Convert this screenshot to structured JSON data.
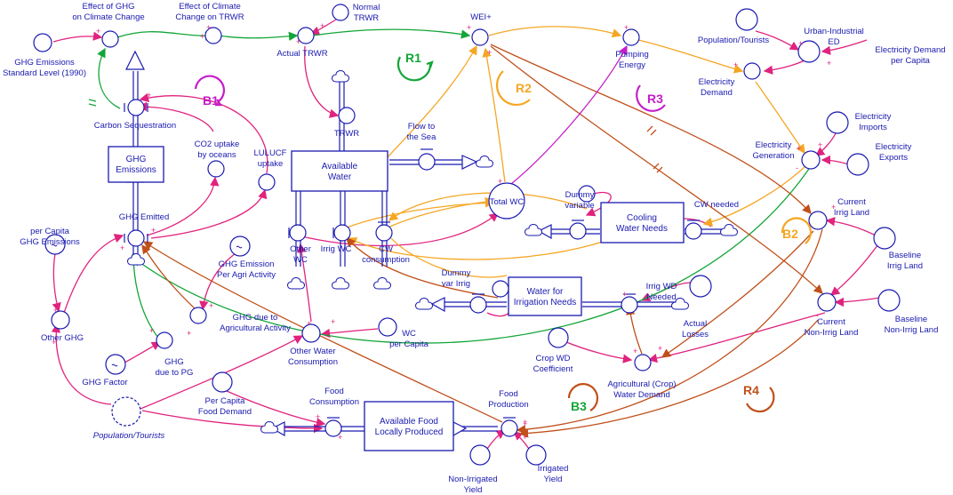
{
  "colors": {
    "node": "#1a1ab0",
    "pink": "#e0237e",
    "green": "#13a538",
    "orange": "#f5a623",
    "brown": "#c0501a",
    "purple": "#c51ec9",
    "magenta": "#c51ec9"
  },
  "stocks": [
    {
      "id": "ghg_emissions",
      "lines": [
        "GHG",
        "Emissions"
      ]
    },
    {
      "id": "available_water",
      "lines": [
        "Available",
        "Water"
      ]
    },
    {
      "id": "cooling_water_needs",
      "lines": [
        "Cooling",
        "Water Needs"
      ]
    },
    {
      "id": "water_irrigation",
      "lines": [
        "Water for",
        "Irrigation Needs"
      ]
    },
    {
      "id": "available_food",
      "lines": [
        "Available Food",
        "Locally Produced"
      ]
    }
  ],
  "labels": {
    "effect_ghg_cc": [
      "Effect of GHG",
      "on Climate Change"
    ],
    "effect_cc_trwr": [
      "Effect of Climate",
      "Change on TRWR"
    ],
    "normal_trwr": [
      "Normal",
      "TRWR"
    ],
    "actual_trwr": [
      "Actual TRWR"
    ],
    "wei": [
      "WEI+"
    ],
    "pumping_energy": [
      "Pumping",
      "Energy"
    ],
    "population_tourists_top": [
      "Population/Tourists"
    ],
    "urban_industrial_ed": [
      "Urban-Industrial",
      "ED"
    ],
    "electricity_demand_pc": [
      "Electricity Demand",
      "per Capita"
    ],
    "electricity_demand": [
      "Electricity",
      "Demand"
    ],
    "ghg_std_level": [
      "GHG Emissions",
      "Standard Level (1990)"
    ],
    "carbon_sequestration": [
      "Carbon Sequestration"
    ],
    "co2_uptake": [
      "CO2 uptake",
      "by oceans"
    ],
    "lulucf": [
      "LULUCF",
      "uptake"
    ],
    "trwr": [
      "TRWR"
    ],
    "flow_to_sea": [
      "Flow to",
      "the Sea"
    ],
    "total_wc": [
      "Total WC"
    ],
    "electricity_imports": [
      "Electricity",
      "Imports"
    ],
    "electricity_generation": [
      "Electricity",
      "Generation"
    ],
    "electricity_exports": [
      "Electricity",
      "Exports"
    ],
    "dummy_variable": [
      "Dummy",
      "variable"
    ],
    "cw_needed": [
      "CW needed"
    ],
    "current_irrig_land": [
      "Current",
      "Irrig Land"
    ],
    "ghg_emitted": [
      "GHG Emitted"
    ],
    "per_capita_ghg": [
      "per Capita",
      "GHG Emissions"
    ],
    "other_wc": [
      "Other",
      "WC"
    ],
    "irrig_wc": [
      "Irrig WC"
    ],
    "cw_consumption": [
      "CW",
      "consumption"
    ],
    "ghg_emission_agri": [
      "GHG Emission",
      "Per Agri Activity"
    ],
    "dummy_var_irrig": [
      "Dummy",
      "var Irrig"
    ],
    "irrig_wd_needed": [
      "Irrig WD",
      "Needed"
    ],
    "baseline_irrig_land": [
      "Baseline",
      "Irrig Land"
    ],
    "other_ghg": [
      "Other GHG"
    ],
    "ghg_agri": [
      "GHG due to",
      "Agricultural Activity"
    ],
    "wc_per_capita": [
      "WC",
      "per Capita"
    ],
    "actual_losses": [
      "Actual",
      "Losses"
    ],
    "current_non_irrig_land": [
      "Current",
      "Non-Irrig Land"
    ],
    "baseline_non_irrig_land": [
      "Baseline",
      "Non-Irrig Land"
    ],
    "ghg_pg": [
      "GHG",
      "due to PG"
    ],
    "other_water_consumption": [
      "Other Water",
      "Consumption"
    ],
    "crop_wd_coeff": [
      "Crop WD",
      "Coefficient"
    ],
    "agri_crop_wd": [
      "Agricultural (Crop)",
      "Water Demand"
    ],
    "ghg_factor": [
      "GHG Factor"
    ],
    "food_consumption": [
      "Food",
      "Consumption"
    ],
    "food_production": [
      "Food",
      "Production"
    ],
    "per_capita_food_demand": [
      "Per Capita",
      "Food Demand"
    ],
    "population_tourists": [
      "Population/Tourists"
    ],
    "non_irrigated_yield": [
      "Non-Irrigated",
      "Yield"
    ],
    "irrigated_yield": [
      "Irrigated",
      "Yield"
    ]
  },
  "loops": [
    {
      "id": "R1",
      "label": "R1",
      "color": "#13a538"
    },
    {
      "id": "B1",
      "label": "B1",
      "color": "#c51ec9"
    },
    {
      "id": "R2",
      "label": "R2",
      "color": "#f5a623"
    },
    {
      "id": "R3",
      "label": "R3",
      "color": "#c51ec9"
    },
    {
      "id": "B2",
      "label": "B2",
      "color": "#f5a623"
    },
    {
      "id": "B3",
      "label": "B3",
      "color": "#13a538"
    },
    {
      "id": "R4",
      "label": "R4",
      "color": "#c0501a"
    }
  ],
  "polarity_plus": "+",
  "polarity_minus": "-"
}
